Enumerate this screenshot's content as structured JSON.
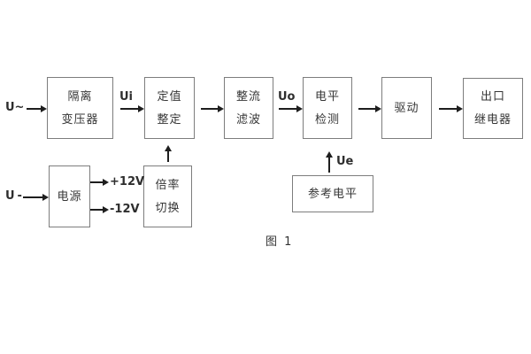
{
  "figure": {
    "caption": "图 1"
  },
  "blocks": {
    "isolation_transformer": {
      "line1": "隔离",
      "line2": "变压器"
    },
    "value_setting": {
      "line1": "定值",
      "line2": "整定"
    },
    "rectifier_filter": {
      "line1": "整流",
      "line2": "滤波"
    },
    "level_detector": {
      "line1": "电平",
      "line2": "检测"
    },
    "driver": {
      "line1": "驱动"
    },
    "output_relay": {
      "line1": "出口",
      "line2": "继电器"
    },
    "power_supply": {
      "line1": "电源"
    },
    "ratio_switch": {
      "line1": "倍率",
      "line2": "切换"
    },
    "reference_level": {
      "line1": "参考电平"
    }
  },
  "signals": {
    "ac_input": "U~",
    "dc_input": "U-",
    "ui": "Ui",
    "uo": "Uo",
    "ue": "Ue",
    "plus_12v": "+12V",
    "minus_12v": "-12V"
  },
  "colors": {
    "background": "#ffffff",
    "box_border": "#7d7d7d",
    "text": "#333333",
    "arrow": "#1e1e1e"
  }
}
